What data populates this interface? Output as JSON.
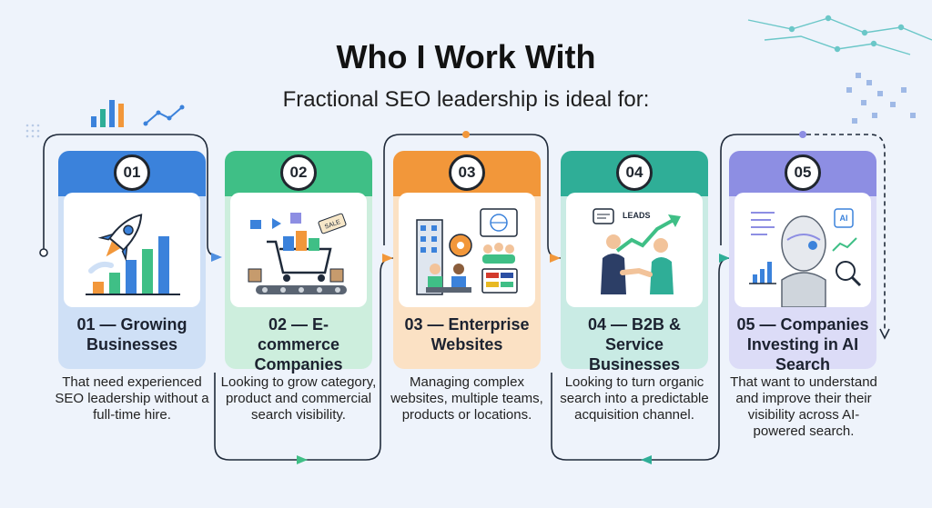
{
  "title": "Who I Work With",
  "subtitle": "Fractional SEO leadership is ideal for:",
  "cards": [
    {
      "number": "01",
      "label": "01 — Growing Businesses",
      "description": "That need experienced SEO leadership without a full-time hire.",
      "accent": "#3b82db"
    },
    {
      "number": "02",
      "label": "02 — E-commerce Companies",
      "description": "Looking to grow category, product and commercial search visibility.",
      "accent": "#3fbf86"
    },
    {
      "number": "03",
      "label": "03 — Enterprise Websites",
      "description": "Managing complex websites, multiple teams, products or locations.",
      "accent": "#f2973a"
    },
    {
      "number": "04",
      "label": "04 — B2B & Service Businesses",
      "description": "Looking to turn organic search into a predictable acquisition channel.",
      "accent": "#2fae97"
    },
    {
      "number": "05",
      "label": "05 — Companies Investing in AI Search",
      "description": "That want to understand and improve their their visibility across AI-powered search.",
      "accent": "#8d8ee3"
    }
  ],
  "illustrations": {
    "sale_tag": "SALE",
    "leads_text": "LEADS",
    "ai_text": "AI"
  }
}
